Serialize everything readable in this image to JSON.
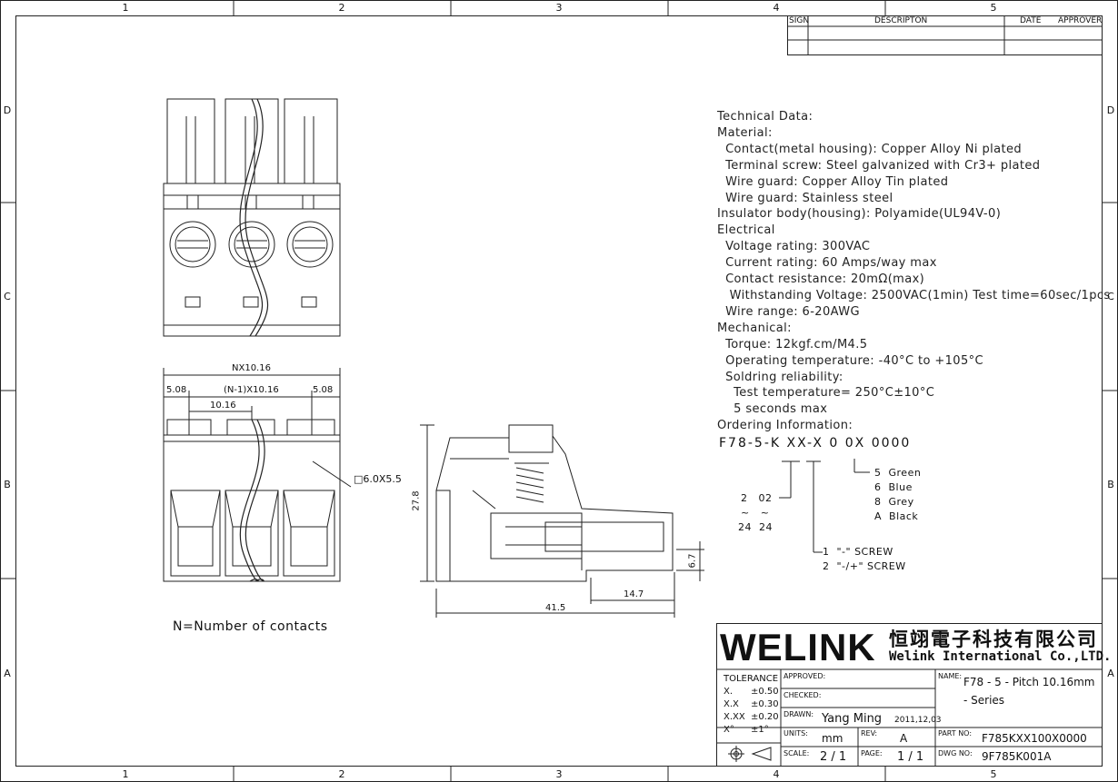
{
  "zones": {
    "columns": [
      "1",
      "2",
      "3",
      "4",
      "5"
    ],
    "rows": [
      "D",
      "C",
      "B",
      "A"
    ]
  },
  "revision_table": {
    "headers": [
      "SIGN",
      "DESCRIPTON",
      "DATE",
      "APPROVER"
    ]
  },
  "technical_data": [
    "Technical Data:",
    "Material:",
    "  Contact(metal housing): Copper Alloy Ni plated",
    "  Terminal screw: Steel galvanized with Cr3+ plated",
    "  Wire guard: Copper Alloy Tin plated",
    "  Wire guard: Stainless steel",
    "Insulator body(housing): Polyamide(UL94V-0)",
    "Electrical",
    "  Voltage rating: 300VAC",
    "  Current rating: 60 Amps/way max",
    "  Contact resistance: 20mΩ(max)",
    "   Withstanding Voltage: 2500VAC(1min) Test time=60sec/1pcs",
    "  Wire range: 6-20AWG",
    "Mechanical:",
    "  Torque: 12kgf.cm/M4.5",
    "  Operating temperature: -40°C to +105°C",
    "  Soldring reliability:",
    "    Test temperature= 250°C±10°C",
    "    5 seconds max",
    "Ordering Information:"
  ],
  "ordering": {
    "code": "F78-5-K XX-X 0 0X 0000",
    "positions": [
      "2   02",
      "~   ~",
      "24  24"
    ],
    "screw": [
      "1  \"-\" SCREW",
      "2  \"-/+\" SCREW"
    ],
    "colors": [
      "5  Green",
      "6  Blue",
      "8  Grey",
      "A  Black"
    ]
  },
  "dimensions": {
    "nx_pitch": "NX10.16",
    "left_margin": "5.08",
    "n_minus_1": "(N-1)X10.16",
    "right_margin": "5.08",
    "pitch": "10.16",
    "wire_box": "□6.0X5.5",
    "height": "27.8",
    "width": "41.5",
    "depth": "14.7",
    "pin_height": "6.7"
  },
  "note": "N=Number of contacts",
  "title_block": {
    "brand": "WELINK",
    "company_cn": "恒翊電子科技有限公司",
    "company_en": "Welink International Co.,LTD.",
    "tolerance_label": "TOLERANCE",
    "tolerances": [
      [
        "X.",
        "±0.50"
      ],
      [
        "X.X",
        "±0.30"
      ],
      [
        "X.XX",
        "±0.20"
      ],
      [
        "X°",
        "±1°"
      ]
    ],
    "approved_label": "APPROVED:",
    "checked_label": "CHECKED:",
    "drawn_label": "DRAWN:",
    "drawn_by": "Yang Ming",
    "drawn_date": "2011,12,03",
    "units_label": "UNITS:",
    "units": "mm",
    "rev_label": "REV:",
    "rev": "A",
    "scale_label": "SCALE:",
    "scale": "2 / 1",
    "page_label": "PAGE:",
    "page": "1 / 1",
    "name_label": "NAME:",
    "name_line1": "F78 - 5 - Pitch 10.16mm",
    "name_line2": "- Series",
    "part_label": "PART NO:",
    "part_no": "F785KXX100X0000",
    "dwg_label": "DWG NO:",
    "dwg_no": "9F785K001A"
  }
}
